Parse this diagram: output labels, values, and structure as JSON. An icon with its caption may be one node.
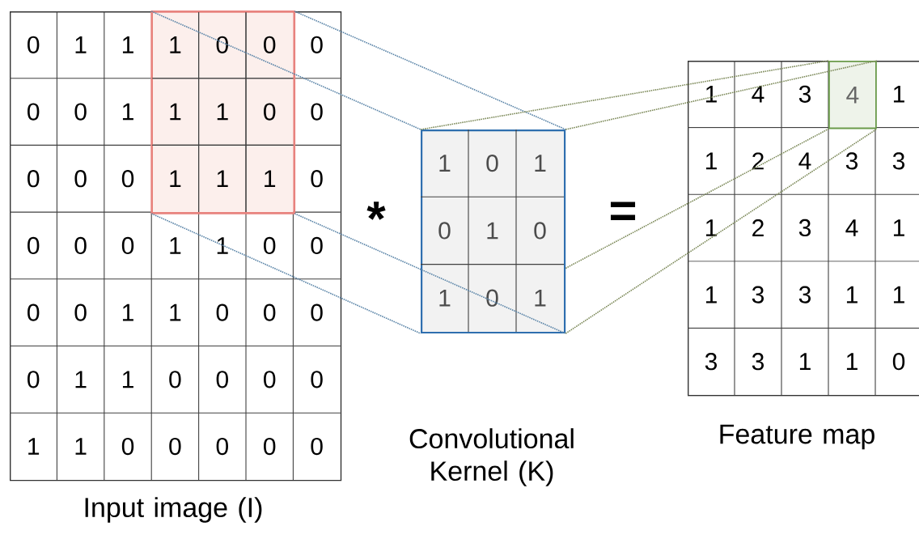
{
  "diagram": {
    "nodes": [
      {
        "text": [
          "0",
          "1",
          "1",
          "0",
          "0",
          "0",
          "1",
          "0",
          "0",
          "0",
          "0",
          "0",
          "0",
          "0",
          "0",
          "1",
          "1",
          "0",
          "0",
          "0",
          "0",
          "1",
          "1",
          "0",
          "0",
          "0",
          "0",
          "1",
          "1",
          "0",
          "0",
          "0",
          "0",
          "1",
          "1",
          "0",
          "0",
          "0",
          "0",
          "0",
          "Input image (I)"
        ]
      },
      {
        "text": [
          "1",
          "0",
          "0",
          "1",
          "1",
          "0",
          "1",
          "1",
          "1"
        ],
        "in": 0
      },
      {
        "text": [
          "1",
          "0",
          "1",
          "0",
          "1",
          "0",
          "1",
          "0",
          "1",
          "Convolutional Kernel (K)"
        ]
      },
      {
        "text": [
          "1",
          "4",
          "3",
          "1",
          "1",
          "2",
          "4",
          "3",
          "3",
          "1",
          "2",
          "3",
          "4",
          "1",
          "1",
          "3",
          "3",
          "1",
          "1",
          "3",
          "3",
          "1",
          "1",
          "0",
          "Feature map"
        ]
      },
      {
        "text": [
          "4"
        ],
        "in": 3
      }
    ],
    "edges": [
      {
        "from": 1,
        "to": 2,
        "arrow": "none",
        "style": "dashed",
        "color": "#5b85a8"
      },
      {
        "from": 1,
        "to": 2,
        "arrow": "none",
        "style": "dashed",
        "color": "#5b85a8"
      },
      {
        "from": 1,
        "to": 2,
        "arrow": "none",
        "style": "dashed",
        "color": "#5b85a8"
      },
      {
        "from": 1,
        "to": 2,
        "arrow": "none",
        "style": "dashed",
        "color": "#5b85a8"
      },
      {
        "from": 2,
        "to": 4,
        "arrow": "none",
        "style": "dashed",
        "color": "#7d8a5a"
      },
      {
        "from": 2,
        "to": 4,
        "arrow": "none",
        "style": "dashed",
        "color": "#7d8a5a"
      },
      {
        "from": 2,
        "to": 4,
        "arrow": "none",
        "style": "dashed",
        "color": "#7d8a5a"
      },
      {
        "from": 2,
        "to": 4,
        "arrow": "none",
        "style": "dashed",
        "color": "#7d8a5a"
      }
    ],
    "labels": [
      "*",
      "="
    ]
  }
}
